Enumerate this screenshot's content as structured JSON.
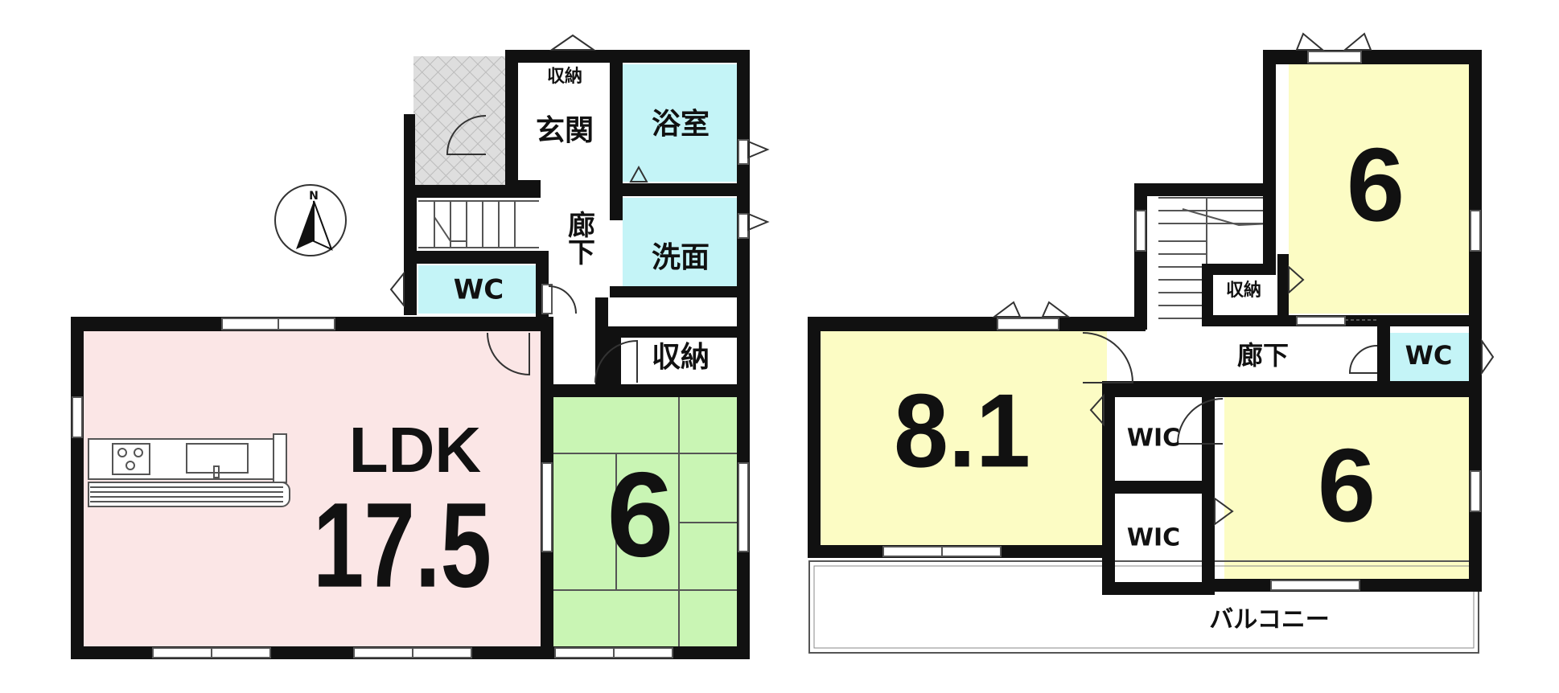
{
  "floor1": {
    "ldk_label": "LDK",
    "ldk_size": "17.5",
    "washitsu_size": "6",
    "entrance": "玄関",
    "entrance_storage": "収納",
    "bathroom": "浴室",
    "corridor": "廊下",
    "washroom": "洗面",
    "wc": "WC",
    "storage": "収納"
  },
  "floor2": {
    "room_west_size": "8.1",
    "room_ne_size": "6",
    "room_se_size": "6",
    "wic_upper": "WIC",
    "wic_lower": "WIC",
    "storage": "収納",
    "corridor": "廊下",
    "wc": "WC",
    "balcony": "バルコニー"
  },
  "compass": {
    "north_label": "N"
  },
  "colors": {
    "ldk": "#fbe6e6",
    "washitsu": "#c9f5b4",
    "wet_area": "#c4f4f7",
    "bedroom": "#fcfcc4",
    "porch": "#dedede"
  }
}
